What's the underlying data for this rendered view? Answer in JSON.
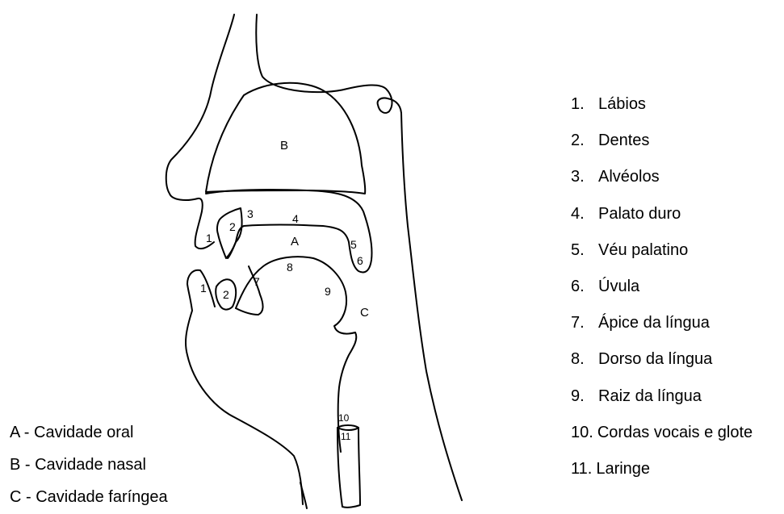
{
  "diagram": {
    "labels": {
      "B": "B",
      "A": "A",
      "C": "C",
      "l1_upper": "1",
      "l2_upper": "2",
      "l3": "3",
      "l4": "4",
      "l5": "5",
      "l6": "6",
      "l1_lower": "1",
      "l2_lower": "2",
      "l7": "7",
      "l8": "8",
      "l9": "9",
      "l10": "10",
      "l11": "11"
    }
  },
  "legend_numbered": [
    {
      "num": "1.",
      "label": "Lábios"
    },
    {
      "num": "2.",
      "label": "Dentes"
    },
    {
      "num": "3.",
      "label": "Alvéolos"
    },
    {
      "num": "4.",
      "label": "Palato duro"
    },
    {
      "num": "5.",
      "label": "Véu palatino"
    },
    {
      "num": "6.",
      "label": "Úvula"
    },
    {
      "num": "7.",
      "label": "Ápice da língua"
    },
    {
      "num": "8.",
      "label": "Dorso da língua"
    },
    {
      "num": "9.",
      "label": "Raiz da língua"
    },
    {
      "num": "10.",
      "label": "Cordas vocais e glote"
    },
    {
      "num": "11.",
      "label": "Laringe"
    }
  ],
  "legend_cavities": [
    {
      "text": "A - Cavidade oral"
    },
    {
      "text": "B - Cavidade nasal"
    },
    {
      "text": "C - Cavidade faríngea"
    }
  ]
}
